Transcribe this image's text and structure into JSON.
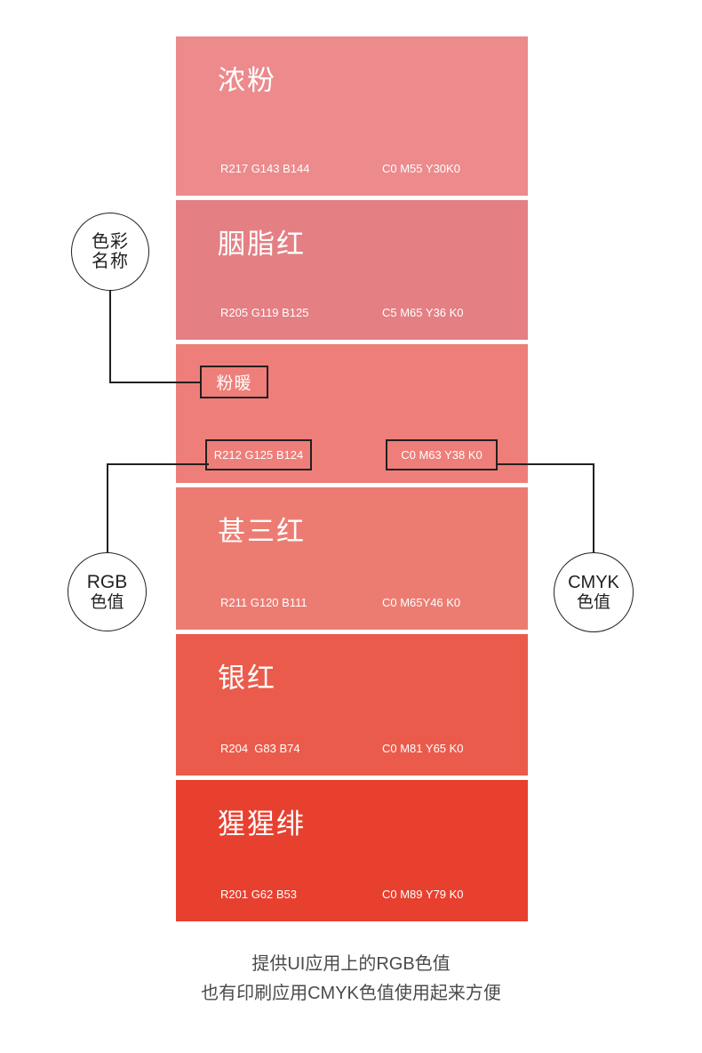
{
  "palette": {
    "title_hidden": "",
    "swatches": [
      {
        "name": "浓粉",
        "rgb": "R217 G143 B144",
        "cmyk": "C0 M55 Y30K0",
        "hex": "#EC8A8C",
        "height": 179
      },
      {
        "name": "胭脂红",
        "rgb": "R205 G119 B125",
        "cmyk": "C5 M65 Y36 K0",
        "hex": "#E47F83",
        "height": 157
      },
      {
        "name": "粉暖",
        "rgb": "R212 G125 B124",
        "cmyk": "C0 M63 Y38 K0",
        "hex": "#EE7E79",
        "height": 156
      },
      {
        "name": "甚三红",
        "rgb": "R211 G120 B111",
        "cmyk": "C0 M65Y46 K0",
        "hex": "#EC7C72",
        "height": 160
      },
      {
        "name": "银红",
        "rgb": "R204  G83 B74",
        "cmyk": "C0 M81 Y65 K0",
        "hex": "#EB5B4B",
        "height": 159
      },
      {
        "name": "猩猩绯",
        "rgb": "R201 G62 B53",
        "cmyk": "C0 M89 Y79 K0",
        "hex": "#E8402F",
        "height": 159
      }
    ]
  },
  "callouts": {
    "name_box": "粉暖",
    "rgb_box": "R212 G125 B124",
    "cmyk_box": "C0 M63 Y38 K0"
  },
  "annotations": {
    "name_circle": {
      "line1": "色彩",
      "line2": "名称"
    },
    "rgb_circle": {
      "line1": "RGB",
      "line2": "色值"
    },
    "cmyk_circle": {
      "line1": "CMYK",
      "line2": "色值"
    }
  },
  "footer": {
    "line1": "提供UI应用上的RGB色值",
    "line2": "也有印刷应用CMYK色值使用起来方便"
  },
  "colors": {
    "line": "#231f20",
    "text_on_swatch": "#ffffff",
    "footer_text": "#4b4b4b",
    "background": "#ffffff"
  }
}
